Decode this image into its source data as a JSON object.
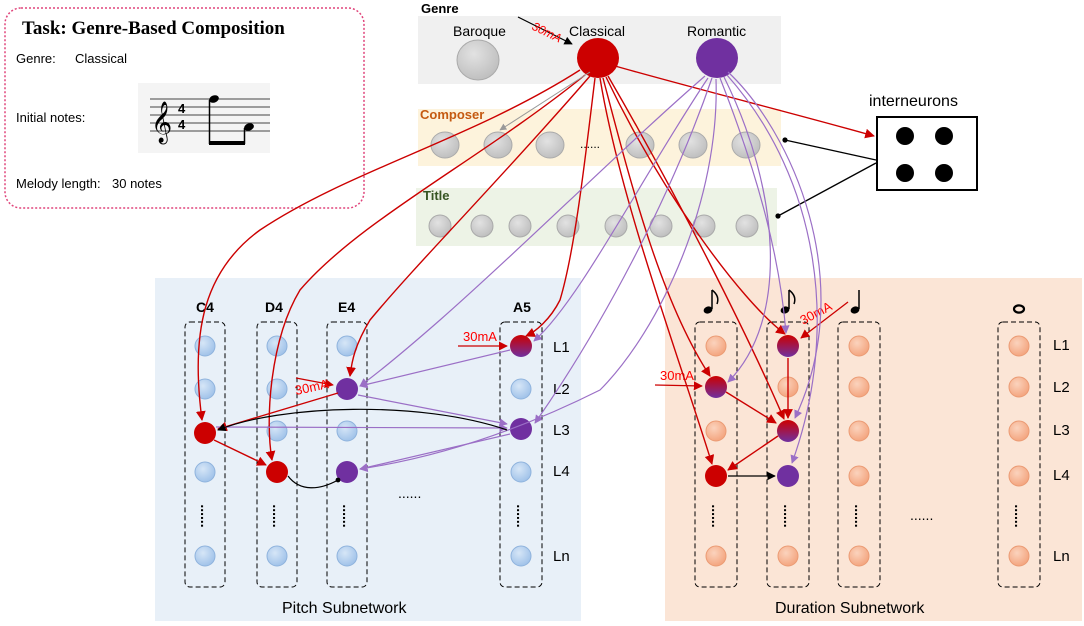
{
  "task_box": {
    "title": "Task: Genre-Based Composition",
    "genre_label": "Genre:",
    "genre_value": "Classical",
    "initial_notes_label": "Initial notes:",
    "melody_length_label": "Melody length:",
    "melody_length_value": "30 notes"
  },
  "genre_panel": {
    "title": "Genre",
    "items": [
      "Baroque",
      "Classical",
      "Romantic"
    ],
    "input_current": "30mA"
  },
  "composer_panel": {
    "title": "Composer",
    "ellipsis": "......"
  },
  "title_panel": {
    "title": "Title"
  },
  "interneurons": {
    "label": "interneurons"
  },
  "pitch_subnetwork": {
    "label": "Pitch Subnetwork",
    "columns": [
      "C4",
      "D4",
      "E4",
      "A5"
    ],
    "ellipsis": "......",
    "currents": [
      "30mA",
      "30mA"
    ]
  },
  "duration_subnetwork": {
    "label": "Duration Subnetwork",
    "ellipsis": "......",
    "currents": [
      "30mA",
      "30mA"
    ]
  },
  "layers": [
    "L1",
    "L2",
    "L3",
    "L4",
    "Ln"
  ],
  "colors": {
    "classical": "#cc0000",
    "romantic": "#7030a0",
    "pitch_bg": "#e8f0f8",
    "duration_bg": "#fbe5d6",
    "composer_bg": "#fdf3dc",
    "title_bg": "#edf3e6",
    "genre_bg": "#f0f0f0",
    "current_label": "#ff0000"
  }
}
